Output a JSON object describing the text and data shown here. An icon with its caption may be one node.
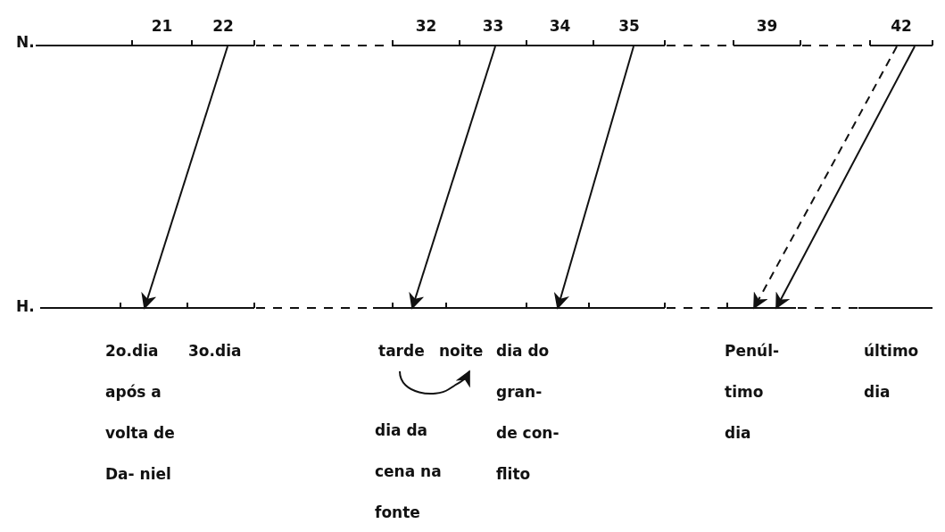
{
  "diagram": {
    "nodes": [
      {
        "text": [
          "21"
        ]
      },
      {
        "text": [
          "22"
        ]
      },
      {
        "text": [
          "32"
        ]
      },
      {
        "text": [
          "33"
        ]
      },
      {
        "text": [
          "34"
        ]
      },
      {
        "text": [
          "35"
        ]
      },
      {
        "text": [
          "39"
        ]
      },
      {
        "text": [
          "42"
        ]
      },
      {
        "text": [
          "2o.dia após a volta de Da- niel"
        ]
      },
      {
        "text": [
          "3o.dia"
        ]
      },
      {
        "text": [
          "tarde"
        ]
      },
      {
        "text": [
          "noite"
        ]
      },
      {
        "text": [
          "dia do gran- de con- flito"
        ]
      },
      {
        "text": [
          "Penúl- timo dia"
        ]
      },
      {
        "text": [
          "último dia"
        ]
      }
    ],
    "edges": [
      {
        "from": 1,
        "to": 8,
        "arrow": "to"
      },
      {
        "from": 3,
        "to": 10,
        "arrow": "to"
      },
      {
        "from": 5,
        "to": 12,
        "arrow": "to"
      },
      {
        "from": 7,
        "to": 13,
        "arrow": "to",
        "style": "dashed"
      },
      {
        "from": 7,
        "to": 13,
        "arrow": "to"
      },
      {
        "from": 10,
        "to": 11,
        "arrow": "to"
      }
    ],
    "labels": [
      "N.",
      "H.",
      "dia da cena na fonte"
    ]
  }
}
